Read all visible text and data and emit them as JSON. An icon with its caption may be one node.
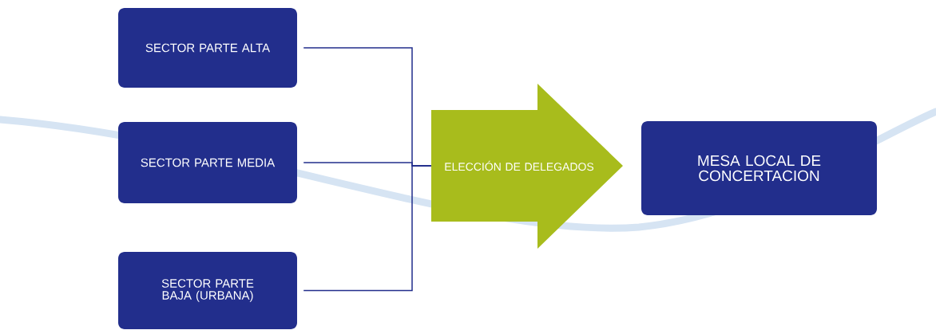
{
  "diagram": {
    "nodes": [
      {
        "text": [
          "SECTOR PARTE ALTA"
        ]
      },
      {
        "text": [
          "SECTOR PARTE MEDIA"
        ]
      },
      {
        "text": [
          "SECTOR PARTE BAJA (URBANA)"
        ]
      },
      {
        "text": [
          "ELECCIÓN DE DELEGADOS"
        ]
      },
      {
        "text": [
          "MESA LOCAL DE CONCERTACION"
        ]
      }
    ],
    "edges": [
      {
        "from": 0,
        "to": 3,
        "arrow": "none"
      },
      {
        "from": 1,
        "to": 3,
        "arrow": "none"
      },
      {
        "from": 2,
        "to": 3,
        "arrow": "none"
      }
    ]
  }
}
